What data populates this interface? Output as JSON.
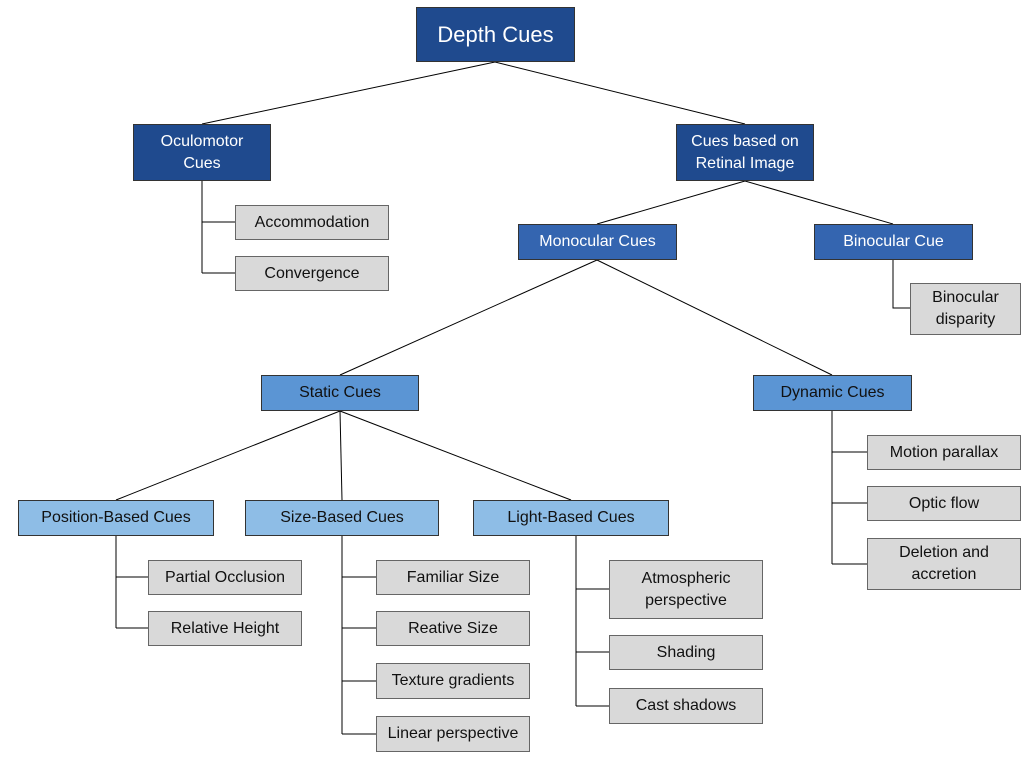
{
  "root": "Depth Cues",
  "oculomotor": {
    "title": "Oculomotor\nCues",
    "items": [
      "Accommodation",
      "Convergence"
    ]
  },
  "retinal": {
    "title": "Cues based on\nRetinal Image",
    "monocular": {
      "title": "Monocular Cues",
      "static": {
        "title": "Static Cues",
        "position": {
          "title": "Position-Based Cues",
          "items": [
            "Partial Occlusion",
            "Relative Height"
          ]
        },
        "size": {
          "title": "Size-Based Cues",
          "items": [
            "Familiar Size",
            "Reative Size",
            "Texture gradients",
            "Linear perspective"
          ]
        },
        "light": {
          "title": "Light-Based Cues",
          "items": [
            "Atmospheric\nperspective",
            "Shading",
            "Cast shadows"
          ]
        }
      },
      "dynamic": {
        "title": "Dynamic Cues",
        "items": [
          "Motion parallax",
          "Optic flow",
          "Deletion and\naccretion"
        ]
      }
    },
    "binocular": {
      "title": "Binocular Cue",
      "items": [
        "Binocular\ndisparity"
      ]
    }
  },
  "colors": {
    "level0": "#1f4a8e",
    "level1": "#1f4a8e",
    "level2": "#3465b0",
    "level3": "#5b95d4",
    "level4": "#8ebde6",
    "leaf": "#d9d9d9"
  }
}
